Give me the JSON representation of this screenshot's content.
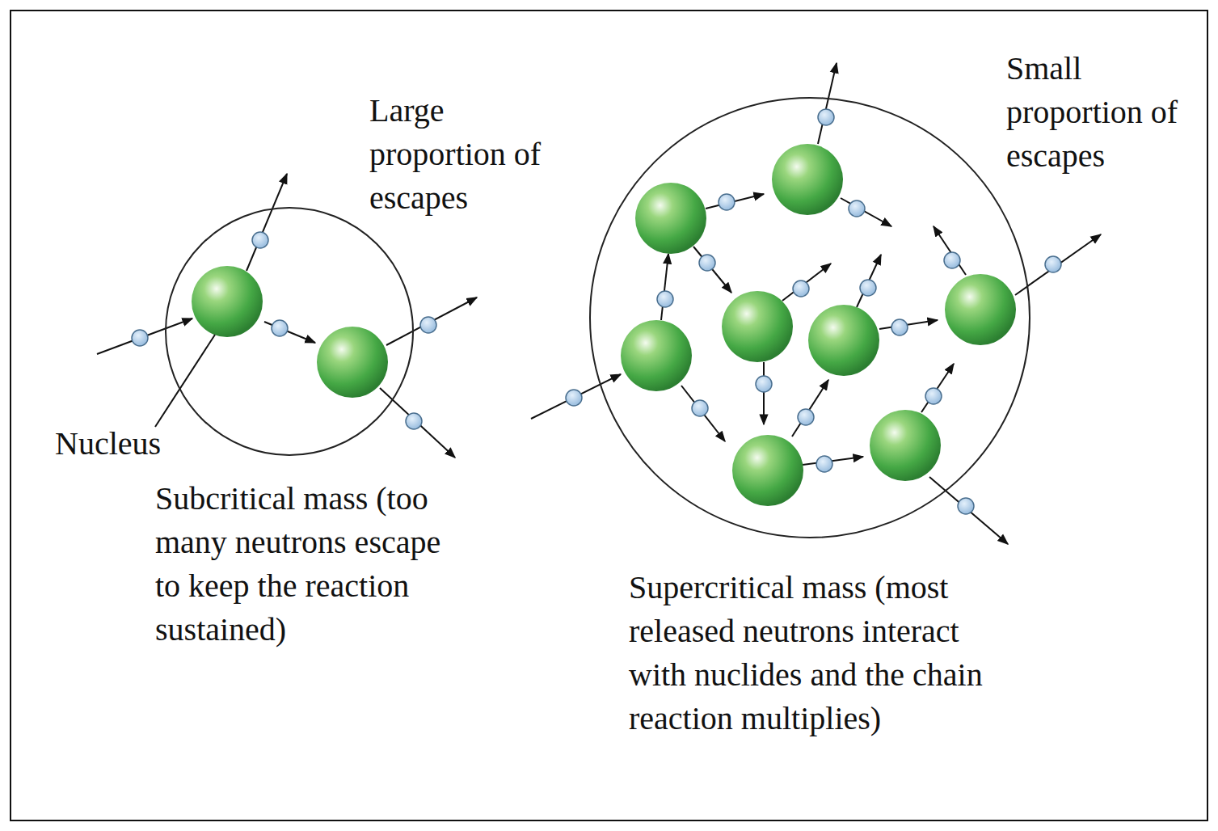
{
  "diagram": {
    "nodes": [
      {
        "text": [
          "Subcritical mass (too many neutrons escape to keep the reaction sustained)"
        ]
      },
      {
        "text": [
          "Supercritical mass (most released neutrons interact with nuclides and the chain reaction multiplies)"
        ]
      }
    ],
    "labels": [
      "Large proportion of escapes",
      "Small proportion of escapes",
      "Nucleus"
    ]
  }
}
